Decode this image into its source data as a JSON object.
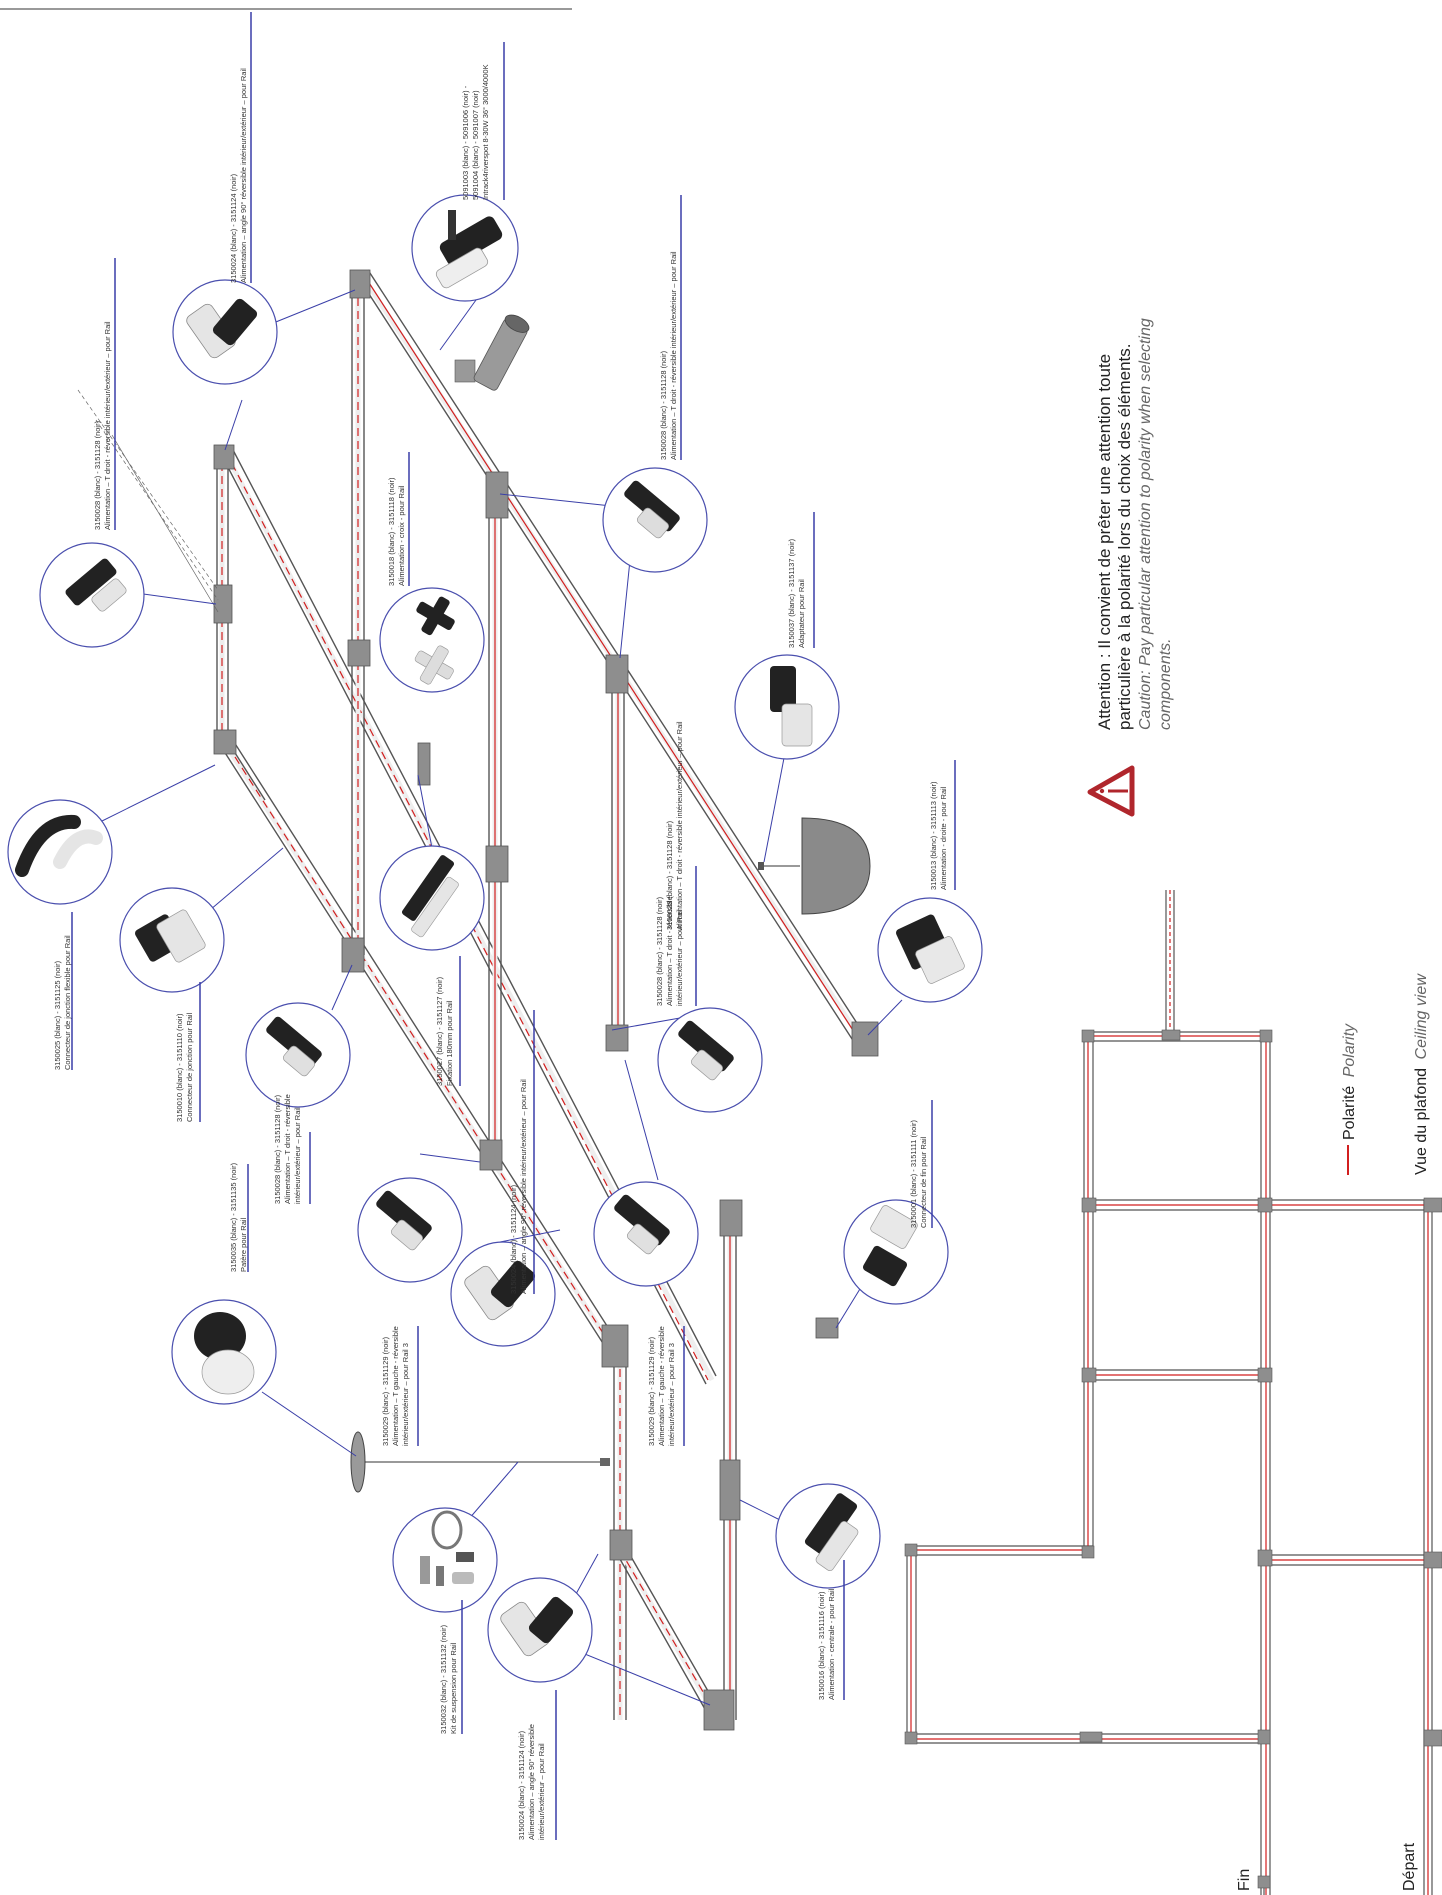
{
  "warning": {
    "fr_line1": "Attention : Il convient de prêter une attention toute",
    "fr_line2": "particulière à la polarité lors du choix des éléments.",
    "en_line1": "Caution: Pay particular attention to polarity when selecting",
    "en_line2": "components.",
    "icon": "warning-triangle-icon",
    "color": "#b0262c"
  },
  "legend": {
    "polarity_fr": "Polarité",
    "polarity_en": "Polarity",
    "view_fr": "Vue du plafond",
    "view_en": "Ceiling view",
    "start": "Départ",
    "end": "Fin",
    "polarity_color": "#d21f1f"
  },
  "components": [
    {
      "code": "3150024 (blanc) - 3151124 (noir)",
      "desc": "Alimentation – angle 90° réversible intérieur/extérieur – pour Rail",
      "desc2": ""
    },
    {
      "code": "5091003 (blanc) - 5091006 (noir) -",
      "desc": "5091004 (blanc) - 5091007 (noir)",
      "desc2": "Intrack4riverspot 8-30W 36° 3000/4000K"
    },
    {
      "code": "3150028 (blanc) - 3151128 (noir)",
      "desc": "Alimentation – T droit - réversible intérieur/extérieur – pour Rail",
      "desc2": ""
    },
    {
      "code": "3150028 (blanc) - 3151128 (noir)",
      "desc": "Alimentation – T droit - réversible intérieur/extérieur – pour Rail",
      "desc2": ""
    },
    {
      "code": "3150018 (blanc) - 3151118 (noir)",
      "desc": "Alimentation - croix - pour Rail",
      "desc2": ""
    },
    {
      "code": "3150037 (blanc) - 3151137 (noir)",
      "desc": "Adaptateur pour Rail",
      "desc2": ""
    },
    {
      "code": "3150013 (blanc) - 3151113 (noir)",
      "desc": "Alimentation - droite - pour Rail",
      "desc2": ""
    },
    {
      "code": "3150025 (blanc) - 3151125 (noir)",
      "desc": "Connecteur de jonction flexible pour Rail",
      "desc2": ""
    },
    {
      "code": "3150010 (blanc) - 3151110 (noir)",
      "desc": "Connecteur de jonction pour Rail",
      "desc2": ""
    },
    {
      "code": "3150027 (blanc) - 3151127 (noir)",
      "desc": "Fixation 180mm pour Rail",
      "desc2": ""
    },
    {
      "code": "3150028 (blanc) - 3151128 (noir)",
      "desc": "Alimentation – T droit - réversible",
      "desc2": "intérieur/extérieur – pour Rail"
    },
    {
      "code": "3150028 (blanc) - 3151128 (noir)",
      "desc": "Alimentation – T droit - réversible",
      "desc2": "intérieur/extérieur – pour Rail"
    },
    {
      "code": "3150024 (blanc) - 3151124 (noir)",
      "desc": "Alimentation – angle 90° réversible intérieur/extérieur – pour Rail",
      "desc2": ""
    },
    {
      "code": "3150001 (blanc) - 3151111 (noir)",
      "desc": "Connecteur de fin pour Rail",
      "desc2": ""
    },
    {
      "code": "3150035 (blanc) - 3151135 (noir)",
      "desc": "Patère pour Rail",
      "desc2": ""
    },
    {
      "code": "3150029 (blanc) - 3151129 (noir)",
      "desc": "Alimentation – T gauche - réversible",
      "desc2": "intérieur/extérieur – pour Rail 3"
    },
    {
      "code": "3150029 (blanc) - 3151129 (noir)",
      "desc": "Alimentation – T gauche - réversible",
      "desc2": "intérieur/extérieur – pour Rail 3"
    },
    {
      "code": "3150016 (blanc) - 3151116 (noir)",
      "desc": "Alimentation - centrale - pour Rail",
      "desc2": ""
    },
    {
      "code": "3150032 (blanc) - 3151132 (noir)",
      "desc": "Kit de suspension pour Rail",
      "desc2": ""
    },
    {
      "code": "3150024 (blanc) - 3151124 (noir)",
      "desc": "Alimentation – angle 90° réversible",
      "desc2": "intérieur/extérieur – pour Rail"
    },
    {
      "code": "3150028 (blanc) - 3151128 (noir)",
      "desc": "Alimentation – T droit - réversible intérieur/extérieur – pour Rail",
      "desc2": ""
    }
  ]
}
